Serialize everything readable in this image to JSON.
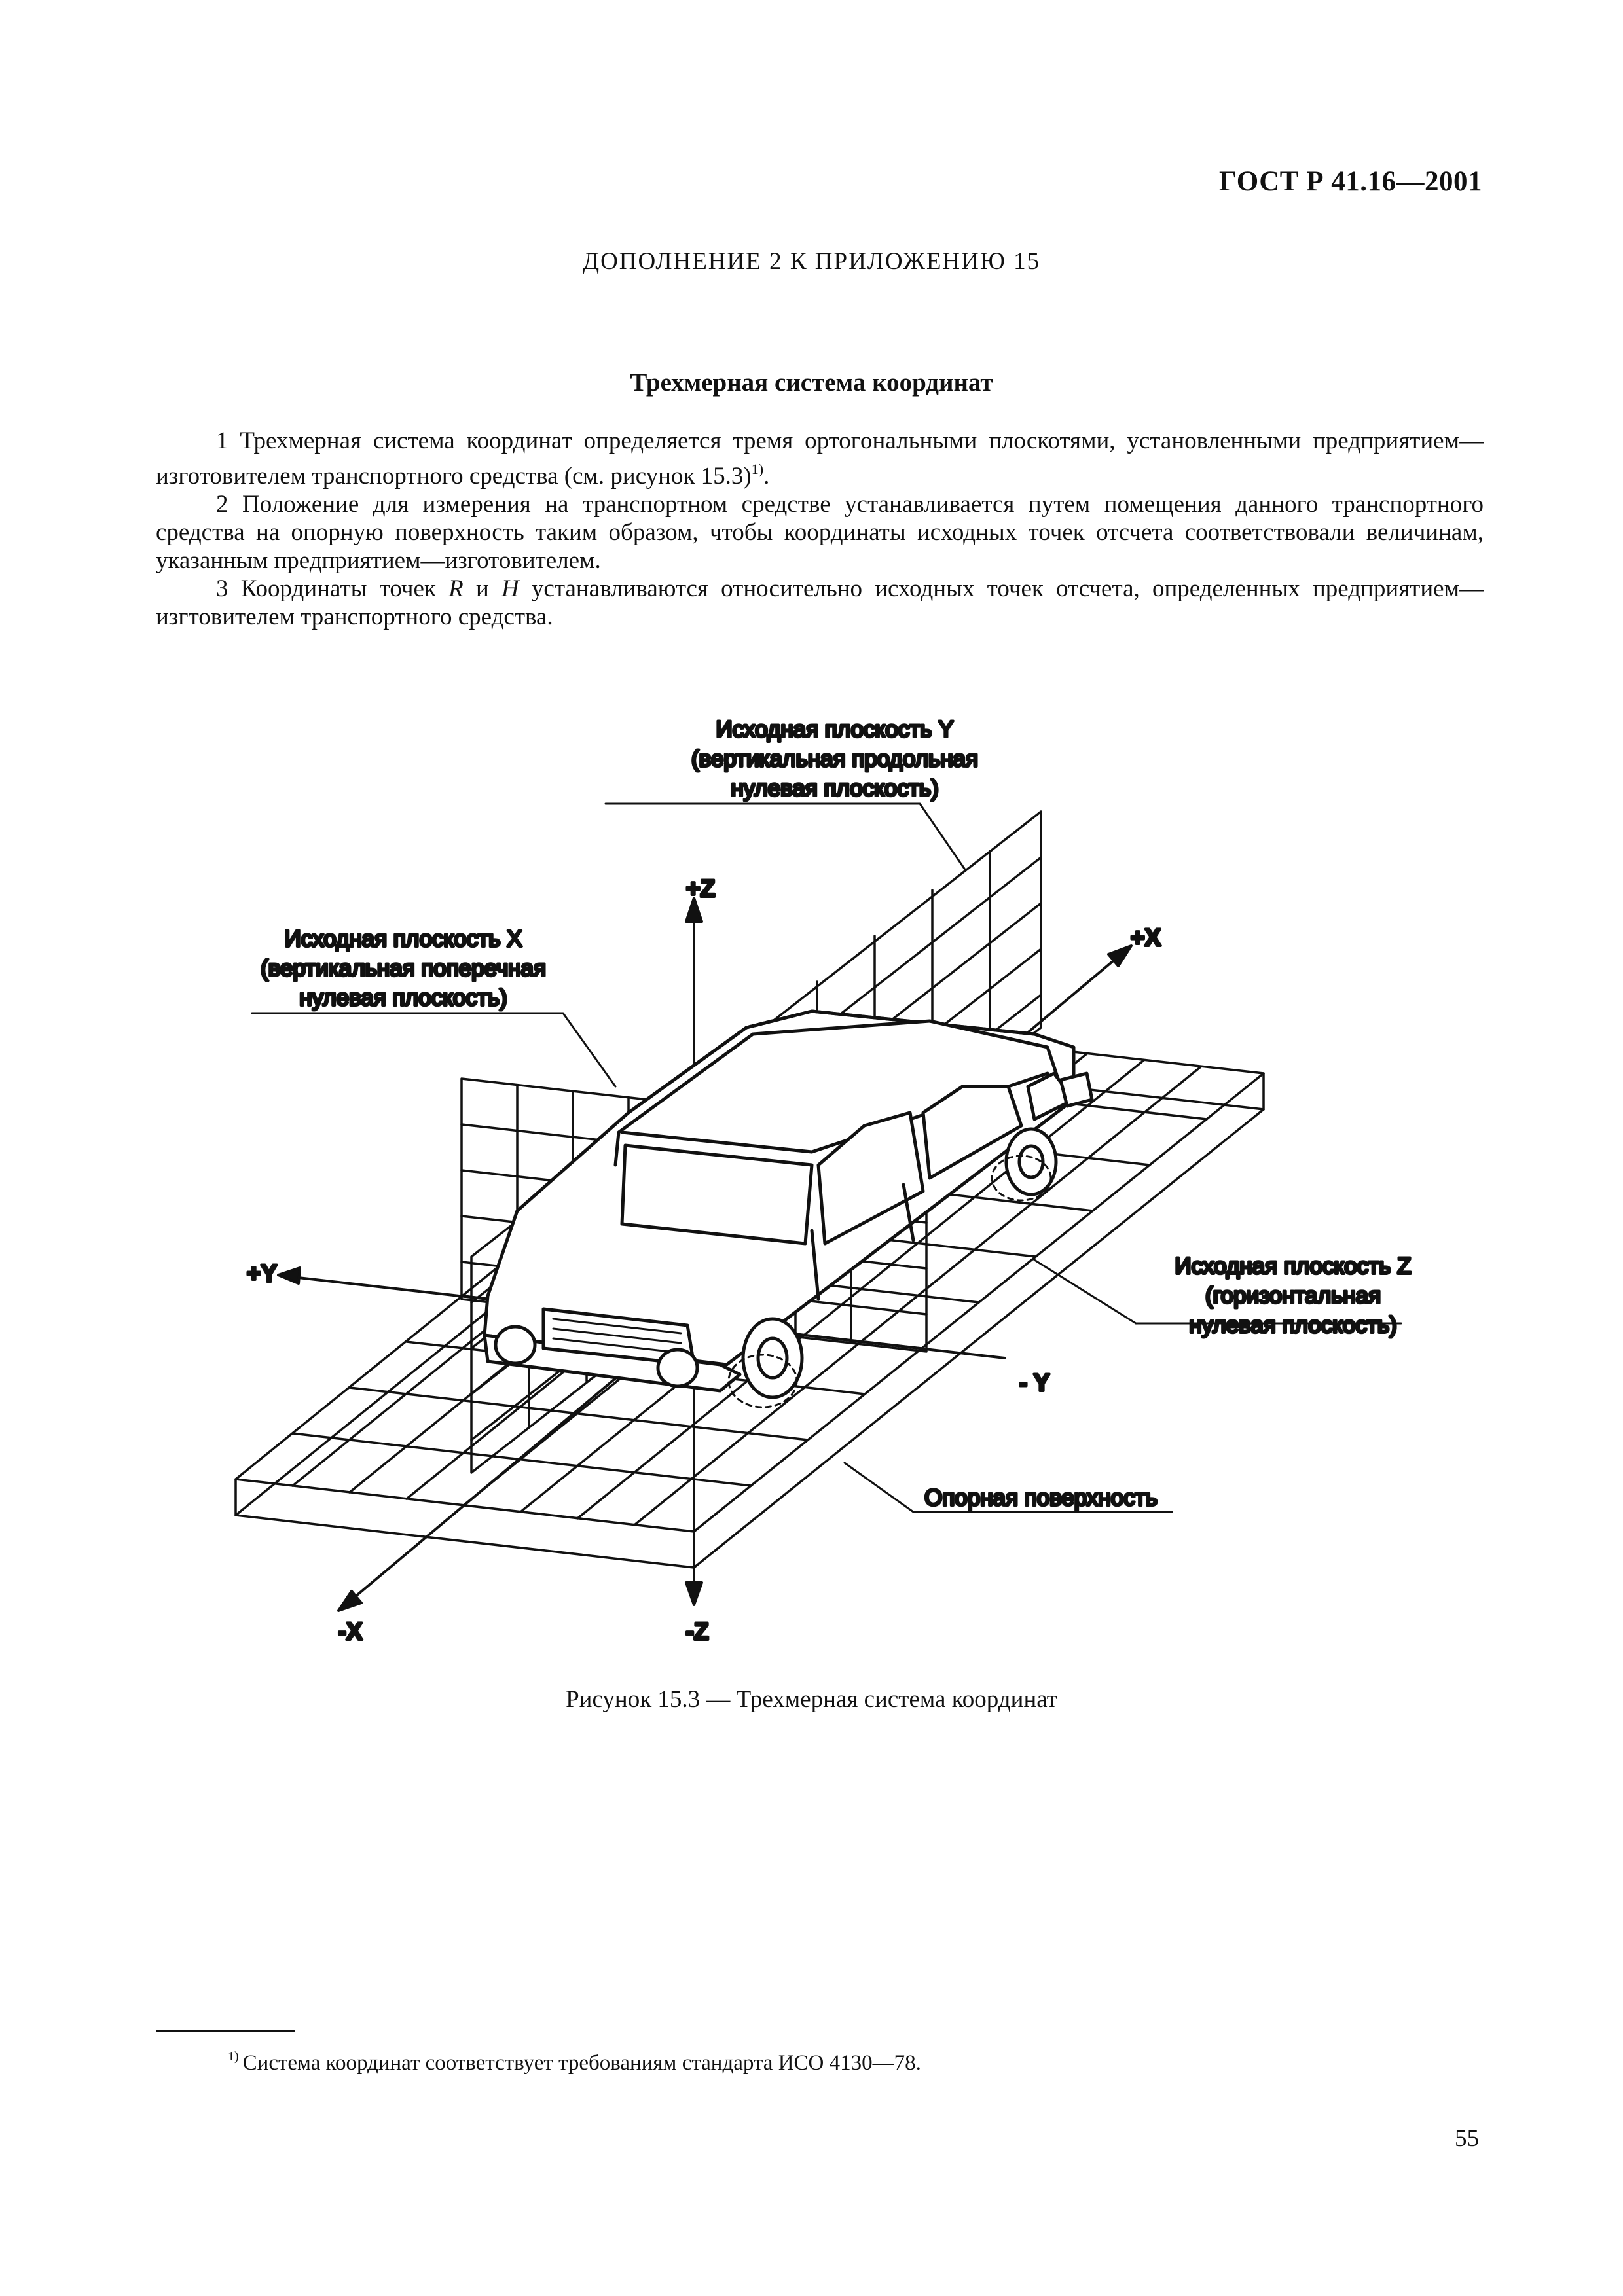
{
  "header": {
    "doc_code": "ГОСТ Р 41.16—2001"
  },
  "appendix_title": "ДОПОЛНЕНИЕ 2 К ПРИЛОЖЕНИЮ 15",
  "section_title": "Трехмерная система координат",
  "paragraphs": {
    "p1_text": "1 Трехмерная система координат определяется тремя ортогональными плоскотями, установленными предприятием—изготовителем транспортного средства (см. рисунок 15.3)",
    "p1_ref": "1)",
    "p1_end": ".",
    "p2": "2 Положение для измерения на транспортном средстве устанавливается путем помещения данного транспортного средства на опорную поверхность таким образом, чтобы координаты исходных точек отсчета соответствовали величинам, указанным предприятием—изготовителем.",
    "p3_a": "3 Координаты точек ",
    "p3_r": "R",
    "p3_b": " и ",
    "p3_h": "H",
    "p3_c": " устанавливаются относительно исходных точек отсчета, определенных предприятием—изгтовителем транспортного средства."
  },
  "figure": {
    "plane_y": {
      "line1": "Исходная плоскость Y",
      "line2": "(вертикальная продольная",
      "line3": "нулевая плоскость)"
    },
    "plane_x": {
      "line1": "Исходная плоскость X",
      "line2": "(вертикальная поперечная",
      "line3": "нулевая плоскость)"
    },
    "plane_z": {
      "line1": "Исходная плоскость Z",
      "line2": "(горизонтальная",
      "line3": "нулевая плоскость)"
    },
    "support": "Опорная поверхность",
    "axes": {
      "plus_z": "+Z",
      "minus_z": "-Z",
      "plus_x": "+X",
      "minus_x": "-X",
      "plus_y": "+Y",
      "minus_y": "- Y"
    }
  },
  "caption": "Рисунок 15.3 — Трехмерная система координат",
  "footnote": {
    "mark": "1)",
    "text": "Система координат соответствует требованиям стандарта ИСО 4130—78."
  },
  "page_number": "55"
}
